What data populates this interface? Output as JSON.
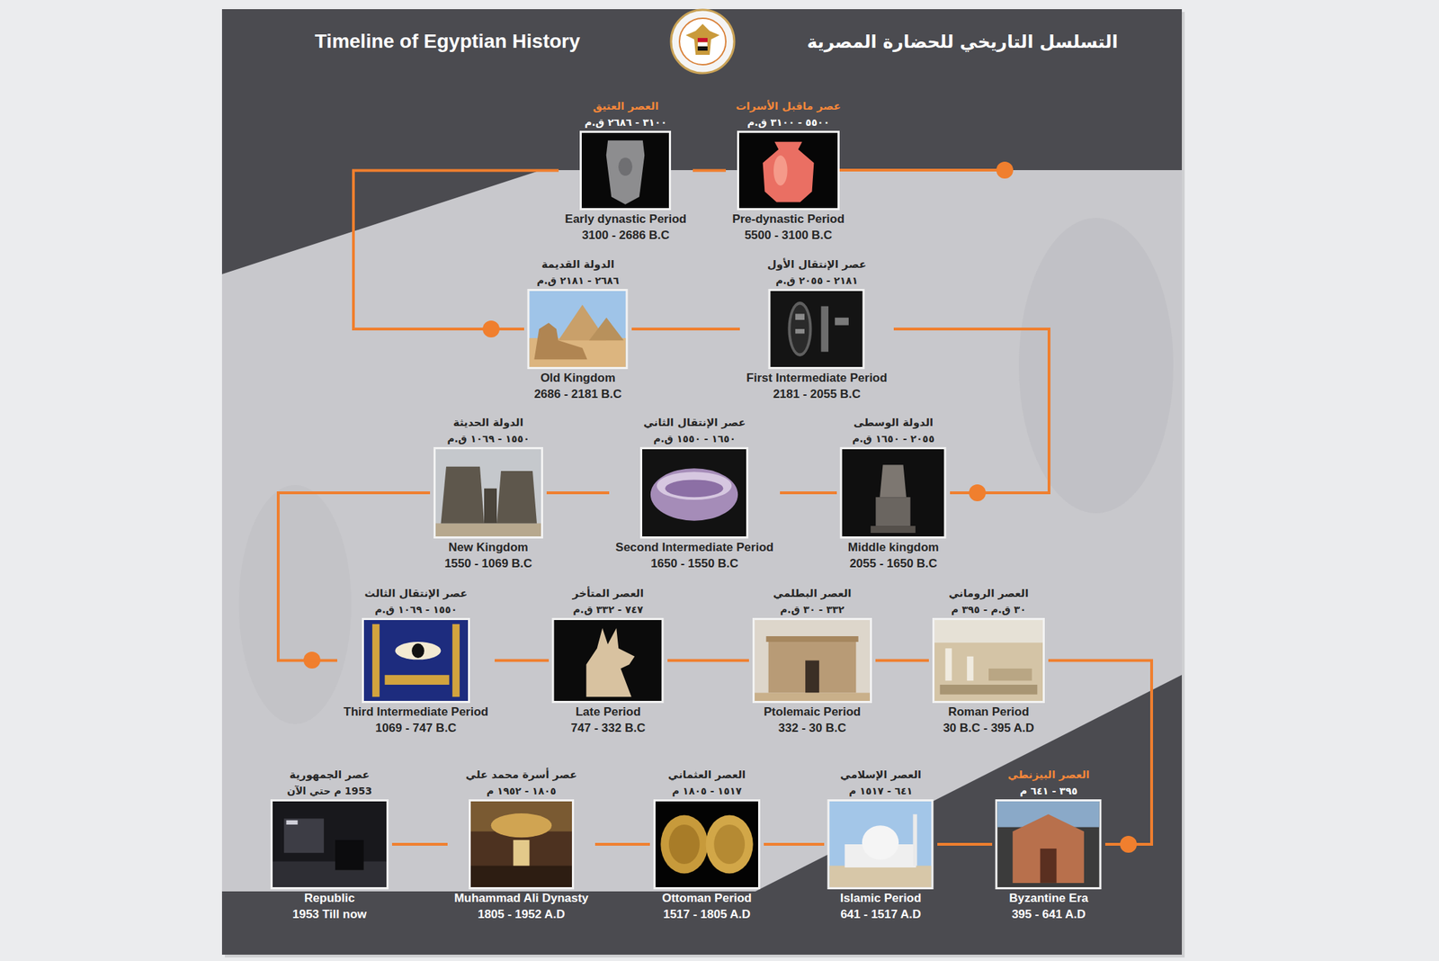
{
  "diagram": {
    "title": "Timeline of Egyptian History",
    "nodes": [
      {
        "text": [
          "عصر ماقبل الأسرات",
          "٥٥٠٠ - ٣١٠٠ ق.م",
          "Pre-dynastic Period",
          "5500 - 3100 B.C"
        ]
      },
      {
        "text": [
          "العصر العتيق",
          "٣١٠٠ - ٢٦٨٦ ق.م",
          "Early dynastic Period",
          "3100 - 2686 B.C"
        ]
      },
      {
        "text": [
          "الدولة القديمة",
          "٢٦٨٦ - ٢١٨١ ق.م",
          "Old Kingdom",
          "2686 - 2181 B.C"
        ]
      },
      {
        "text": [
          "عصر الإنتقال الأول",
          "٢١٨١ - ٢٠٥٥ ق.م",
          "First Intermediate Period",
          "2181 - 2055 B.C"
        ]
      },
      {
        "text": [
          "الدولة الوسطى",
          "٢٠٥٥ - ١٦٥٠ ق.م",
          "Middle kingdom",
          "2055 - 1650 B.C"
        ]
      },
      {
        "text": [
          "عصر الإنتقال الثاني",
          "١٦٥٠ - ١٥٥٠ ق.م",
          "Second Intermediate Period",
          "1650 - 1550 B.C"
        ]
      },
      {
        "text": [
          "الدولة الحديثة",
          "١٥٥٠ - ١٠٦٩ ق.م",
          "New Kingdom",
          "1550 - 1069 B.C"
        ]
      },
      {
        "text": [
          "عصر الإنتقال الثالث",
          "١٥٥٠ - ١٠٦٩ ق.م",
          "Third Intermediate Period",
          "1069 - 747 B.C"
        ]
      },
      {
        "text": [
          "العصر المتأخر",
          "٧٤٧ - ٣٣٢ ق.م",
          "Late Period",
          "747 - 332 B.C"
        ]
      },
      {
        "text": [
          "العصر البطلمي",
          "٣٣٢ - ٣٠ ق.م",
          "Ptolemaic Period",
          "332 - 30 B.C"
        ]
      },
      {
        "text": [
          "العصر الروماني",
          "٣٠ ق.م - ٣٩٥ م",
          "Roman Period",
          "30 B.C - 395 A.D"
        ]
      },
      {
        "text": [
          "العصر البيزنطي",
          "٣٩٥ - ٦٤١ م",
          "Byzantine Era",
          "395 - 641 A.D"
        ]
      },
      {
        "text": [
          "العصر الإسلامي",
          "٦٤١ - ١٥١٧ م",
          "Islamic Period",
          "641 - 1517 A.D"
        ]
      },
      {
        "text": [
          "العصر العثماني",
          "١٥١٧ - ١٨٠٥ م",
          "Ottoman Period",
          "1517 - 1805 A.D"
        ]
      },
      {
        "text": [
          "عصر أسرة محمد علي",
          "١٨٠٥ - ١٩٥٢ م",
          "Muhammad Ali Dynasty",
          "1805 - 1952 A.D"
        ]
      },
      {
        "text": [
          "عصر الجمهورية",
          "1953 م حتي الآن",
          "Republic",
          "1953 Till now"
        ]
      }
    ],
    "edges": [
      {
        "from": 0,
        "to": 1,
        "arrow": "none"
      },
      {
        "from": 1,
        "to": 2,
        "arrow": "none"
      },
      {
        "from": 2,
        "to": 3,
        "arrow": "none"
      },
      {
        "from": 3,
        "to": 4,
        "arrow": "none"
      },
      {
        "from": 4,
        "to": 5,
        "arrow": "none"
      },
      {
        "from": 5,
        "to": 6,
        "arrow": "none"
      },
      {
        "from": 6,
        "to": 7,
        "arrow": "none"
      },
      {
        "from": 7,
        "to": 8,
        "arrow": "none"
      },
      {
        "from": 8,
        "to": 9,
        "arrow": "none"
      },
      {
        "from": 9,
        "to": 10,
        "arrow": "none"
      },
      {
        "from": 10,
        "to": 11,
        "arrow": "none"
      },
      {
        "from": 11,
        "to": 12,
        "arrow": "none"
      },
      {
        "from": 12,
        "to": 13,
        "arrow": "none"
      },
      {
        "from": 13,
        "to": 14,
        "arrow": "none"
      },
      {
        "from": 14,
        "to": 15,
        "arrow": "none"
      }
    ],
    "labels": [
      "التسلسل التاريخي للحضارة المصرية"
    ]
  }
}
